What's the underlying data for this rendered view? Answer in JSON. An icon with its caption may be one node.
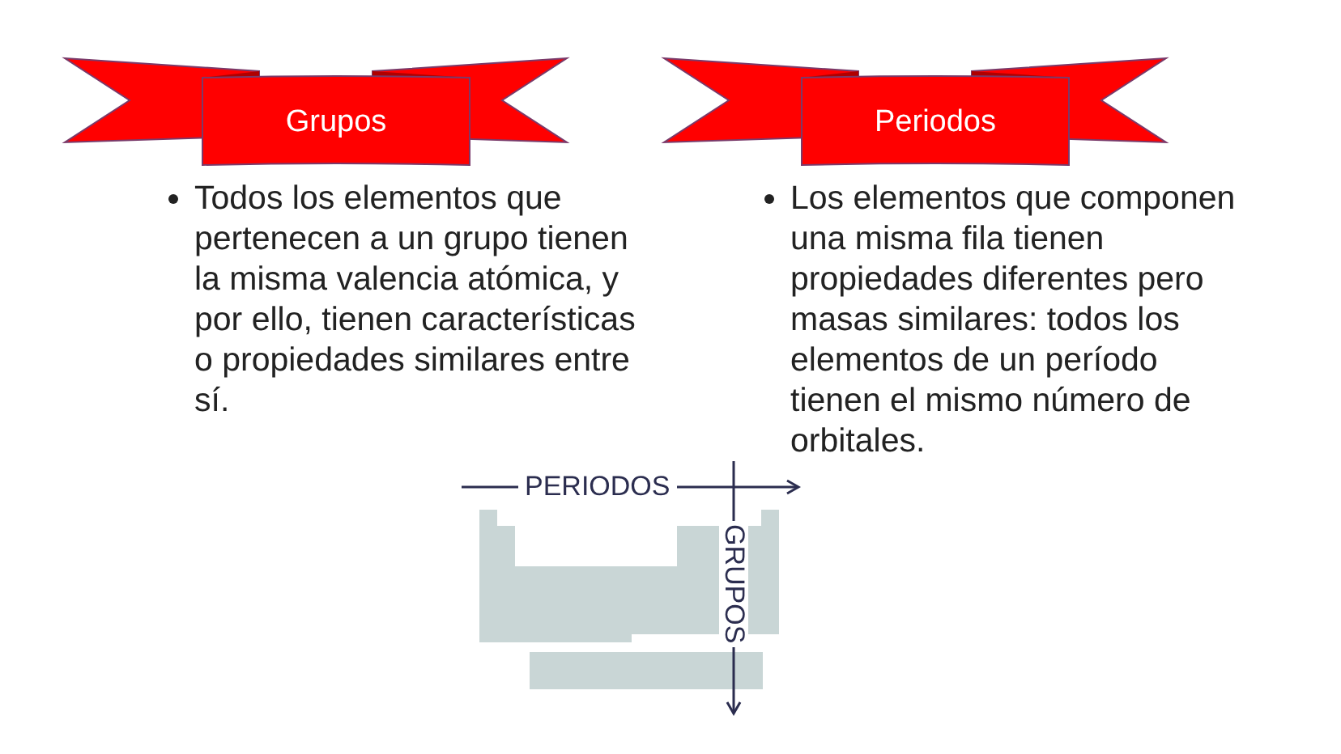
{
  "diagram": {
    "nodes": [
      {
        "text": [
          "Grupos"
        ]
      },
      {
        "text": [
          "Periodos"
        ]
      }
    ],
    "edges": [],
    "labels": [
      "Todos los elementos que pertenecen a un grupo tienen la misma valencia atómica, y por ello, tienen características o propiedades similares entre sí.",
      "Los elementos que componen una misma fila tienen propiedades diferentes pero masas similares: todos los elementos de un período tienen el mismo número de orbitales.",
      "PERIODOS",
      "GRUPOS"
    ]
  }
}
